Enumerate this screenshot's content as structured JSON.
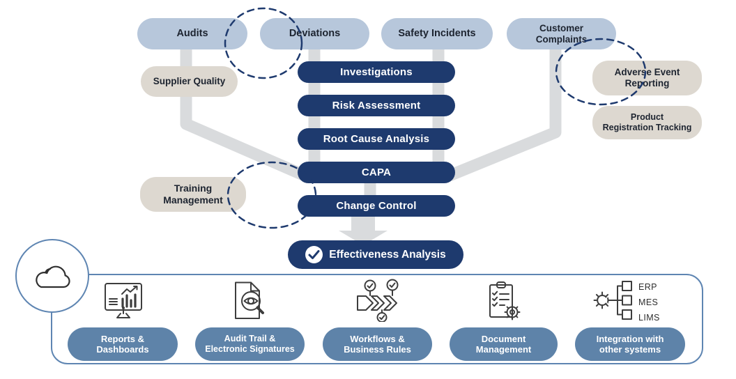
{
  "title": "Quality management process diagram",
  "colors": {
    "light_blue_pill": "#b7c7db",
    "navy_pill": "#1e3a6e",
    "beige_pill": "#ddd8d0",
    "connector_gray": "#d9dbdd",
    "steel_blue_pill": "#5e83a9",
    "container_border": "#5e85b2",
    "dashed_circle": "#1e3a6e",
    "text_dark": "#1d2430",
    "text_light": "#ffffff"
  },
  "inputs": {
    "audits": "Audits",
    "deviations": "Deviations",
    "safety_incidents": "Safety Incidents",
    "customer_complaints": "Customer\nComplaints"
  },
  "satellites": {
    "supplier_quality": "Supplier Quality",
    "adverse_event_reporting": "Adverse Event\nReporting",
    "product_registration_tracking": "Product\nRegistration Tracking",
    "training_management": "Training\nManagement"
  },
  "process_steps": {
    "investigations": "Investigations",
    "risk_assessment": "Risk Assessment",
    "root_cause_analysis": "Root Cause Analysis",
    "capa": "CAPA",
    "change_control": "Change Control",
    "effectiveness_analysis": "Effectiveness Analysis"
  },
  "platform": {
    "features": {
      "reports": "Reports &\nDashboards",
      "audit_trail": "Audit Trail &\nElectronic Signatures",
      "workflows": "Workflows &\nBusiness Rules",
      "document_management": "Document\nManagement",
      "integration": "Integration with\nother systems"
    },
    "integrations": [
      "ERP",
      "MES",
      "LIMS"
    ]
  }
}
